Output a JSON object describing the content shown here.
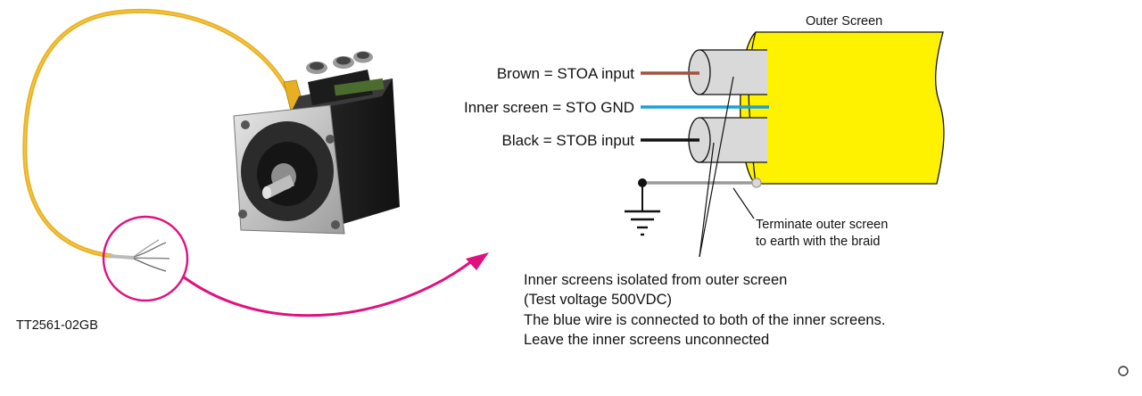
{
  "labels": {
    "outer_screen": "Outer Screen",
    "brown": "Brown = STOA input",
    "inner_screen": "Inner screen = STO GND",
    "black": "Black = STOB input",
    "terminate_line1": "Terminate outer screen",
    "terminate_line2": "to earth with the braid",
    "note_line1": "Inner screens isolated from outer screen",
    "note_line2": "(Test voltage 500VDC)",
    "note_line3": "The blue wire is connected to both of the inner screens.",
    "note_line4": "Leave the inner screens unconnected",
    "figure_id": "TT2561-02GB"
  },
  "colors": {
    "brown_wire": "#a0523d",
    "blue_wire": "#1aa0dc",
    "black_wire": "#111111",
    "outer_screen": "#fff200",
    "inner_screen": "#d9d9d9",
    "braid": "#9a9a9a",
    "arrow": "#e0117f",
    "cable": "#e8b021"
  }
}
